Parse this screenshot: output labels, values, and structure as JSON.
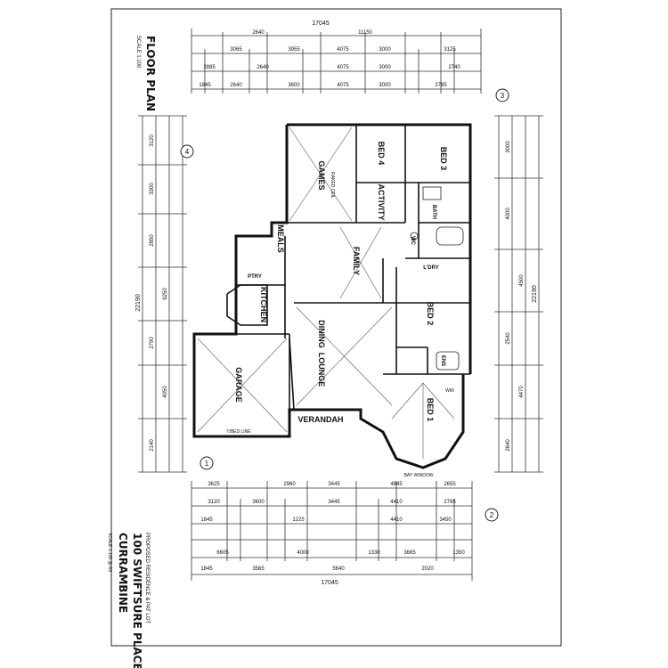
{
  "plan": {
    "title": "FLOOR PLAN",
    "scale": "SCALE 1:100",
    "address_line1": "100 SWIFTSURE PLACE",
    "address_line2": "CURRAMBINE",
    "owner_note": "PROPOSED RESIDENCE & PAT LOT",
    "small_note": "SCALE 1:100 @ A3"
  },
  "rooms": {
    "games": "GAMES",
    "bed4": "BED 4",
    "bed3": "BED 3",
    "activity": "ACTIVITY",
    "meals": "MEALS",
    "family": "FAMILY",
    "kitchen": "KITCHEN",
    "dining": "DINING",
    "lounge": "LOUNGE",
    "bed2": "BED 2",
    "bed1": "BED 1",
    "garage": "GARAGE",
    "verandah": "VERANDAH",
    "bath": "BATH",
    "wc": "WC",
    "ldry": "L'DRY",
    "ens": "ENS"
  },
  "elevation_markers": [
    "1",
    "2",
    "3",
    "4"
  ],
  "dimensions": {
    "overall_width": "17045",
    "overall_depth": "22190",
    "top_rows": [
      [
        "3065",
        "3955",
        "4075",
        "3000",
        "3125"
      ],
      [
        "2885",
        "2640",
        "4075",
        "3000",
        "2740"
      ],
      [
        "1845",
        "2640",
        "3600",
        "4075",
        "3000",
        "2785"
      ]
    ],
    "top_center": "11150",
    "top_side": "2640",
    "bottom_rows": [
      [
        "3625",
        "2960",
        "3445",
        "4845",
        "2655"
      ],
      [
        "3120",
        "3600",
        "3445",
        "4410",
        "2785"
      ],
      [
        "1845",
        "1225",
        "4410",
        "3450"
      ],
      [
        "6605",
        "4000",
        "1330",
        "3665",
        "1350"
      ],
      [
        "1845",
        "3565",
        "5640",
        "2020"
      ]
    ],
    "left_rows": [
      "3120",
      "3300",
      "2850",
      "6250",
      "2790",
      "4050",
      "2140"
    ],
    "right_rows": [
      "3000",
      "4000",
      "4500",
      "2540",
      "4470",
      "2640"
    ]
  },
  "annotations": {
    "tile_note": "T/BED LINE",
    "ceiling_note": "RAKED CEIL",
    "window_note": "BAY WINDOW",
    "bed1_note": "WIR",
    "pantry": "PTRY"
  }
}
